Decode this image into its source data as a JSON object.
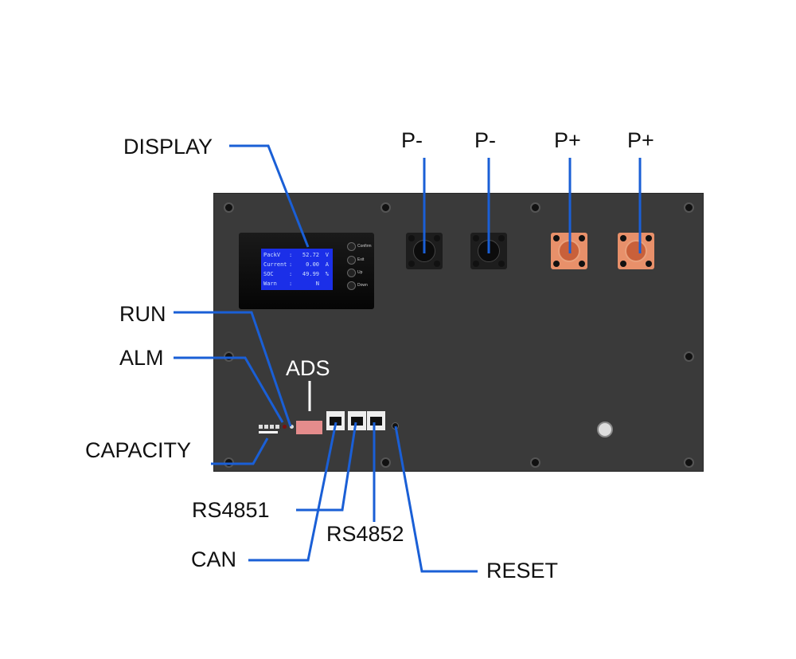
{
  "labels": {
    "display": "DISPLAY",
    "p_minus_1": "P-",
    "p_minus_2": "P-",
    "p_plus_1": "P+",
    "p_plus_2": "P+",
    "run": "RUN",
    "alm": "ALM",
    "ads": "ADS",
    "capacity": "CAPACITY",
    "rs4851": "RS4851",
    "rs4852": "RS4852",
    "can": "CAN",
    "reset": "RESET"
  },
  "screen": {
    "rows": [
      {
        "name": "PackV",
        "sep": ":",
        "value": "52.72",
        "unit": "V"
      },
      {
        "name": "Current",
        "sep": ":",
        "value": "0.00",
        "unit": "A"
      },
      {
        "name": "SOC",
        "sep": ":",
        "value": "49.99",
        "unit": "%"
      },
      {
        "name": "Warn",
        "sep": ":",
        "value": "N",
        "unit": ""
      }
    ]
  },
  "buttons": [
    "Confirm",
    "Exit",
    "Up",
    "Down"
  ],
  "colors": {
    "leader": "#1a5fd6",
    "panel": "#3a3a3a",
    "screen": "#1b2fe8",
    "positive_terminal": "#e8906a"
  }
}
